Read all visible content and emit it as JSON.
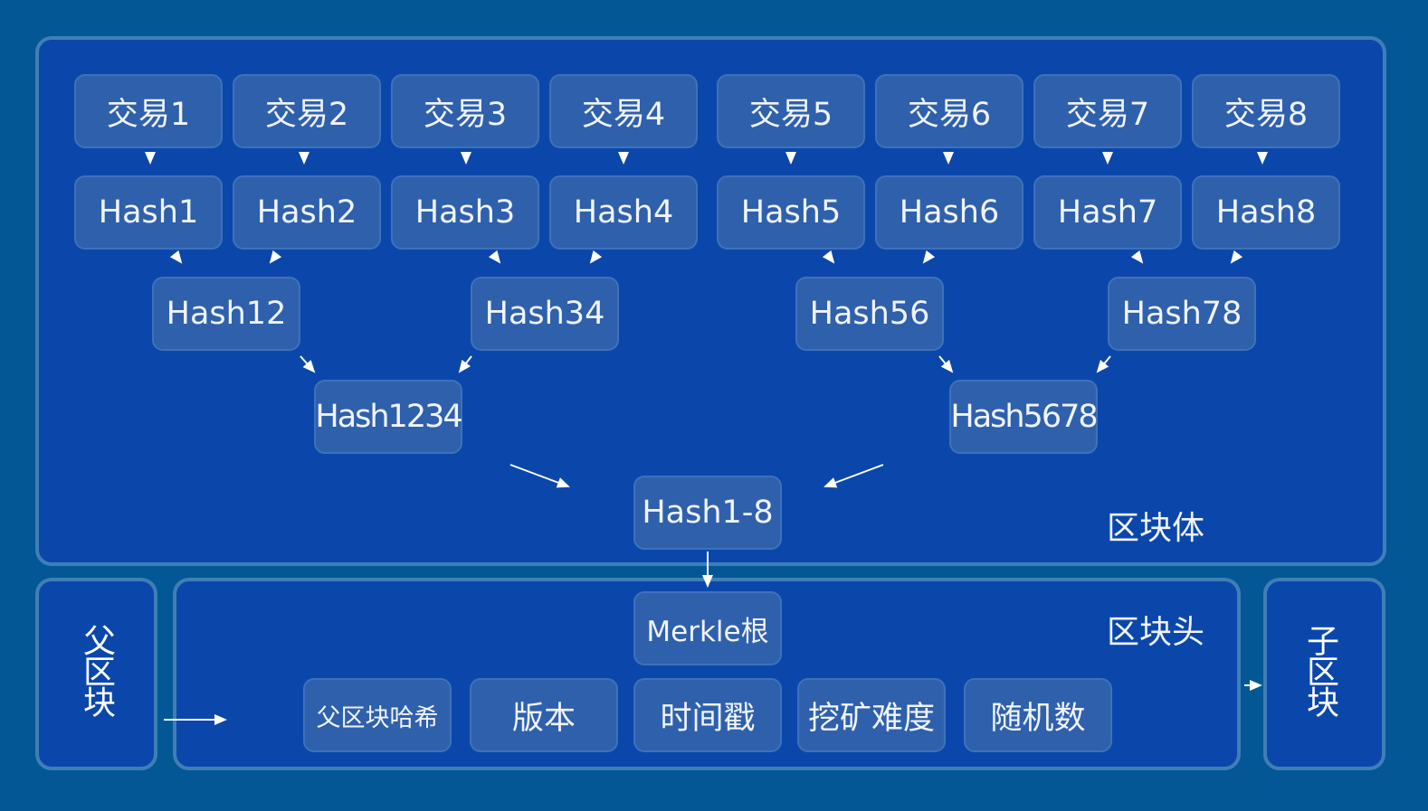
{
  "transactions": [
    "交易1",
    "交易2",
    "交易3",
    "交易4",
    "交易5",
    "交易6",
    "交易7",
    "交易8"
  ],
  "leaf_hashes": [
    "Hash1",
    "Hash2",
    "Hash3",
    "Hash4",
    "Hash5",
    "Hash6",
    "Hash7",
    "Hash8"
  ],
  "level2": [
    "Hash12",
    "Hash34",
    "Hash56",
    "Hash78"
  ],
  "level3": [
    "Hash1234",
    "Hash5678"
  ],
  "root_hash": "Hash1-8",
  "merkle_root": "Merkle根",
  "block_body_label": "区块体",
  "block_header_label": "区块头",
  "parent_block": "父区块",
  "child_block": "子区块",
  "header_fields": [
    "父区块哈希",
    "版本",
    "时间戳",
    "挖矿难度",
    "随机数"
  ]
}
